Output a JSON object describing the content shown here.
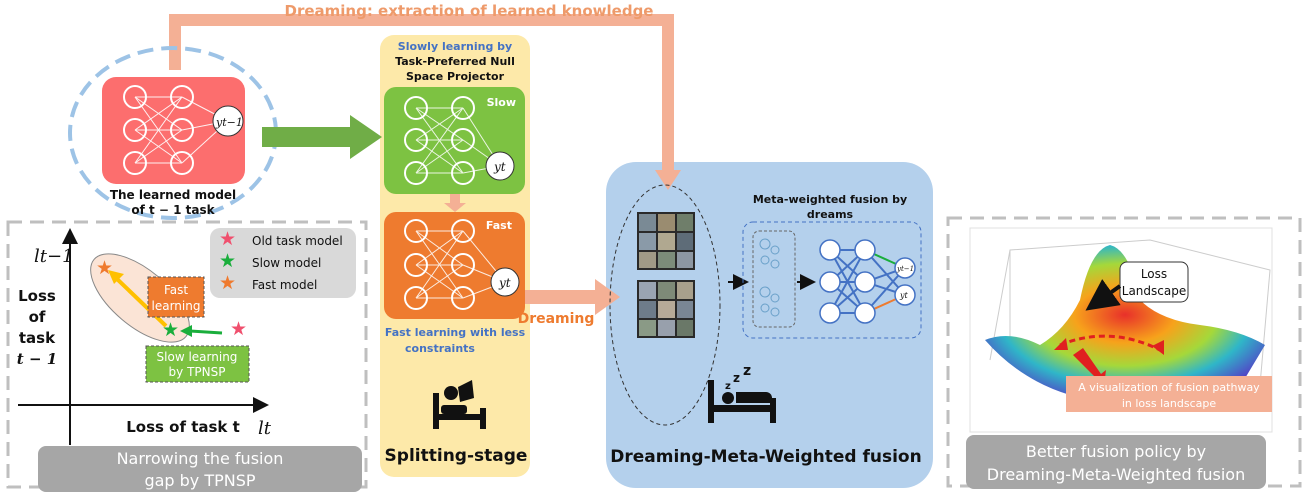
{
  "top_arrow_label": "Dreaming: extraction of learned knowledge",
  "learned_model": {
    "label_line1": "The learned model",
    "label_line2": "of t − 1 task",
    "output_label": "yt−1"
  },
  "split": {
    "title_line1": "Slowly learning by",
    "title_line2": "Task-Preferred Null",
    "title_line3": "Space Projector",
    "slow_label": "Slow",
    "fast_label": "Fast",
    "slow_output": "yt",
    "fast_output": "yt",
    "fast_caption_line1": "Fast learning with less",
    "fast_caption_line2": "constraints",
    "stage_label": "Splitting-stage"
  },
  "dreaming_arrow_label": "Dreaming",
  "fusion": {
    "title_line1": "Meta-weighted fusion by",
    "title_line2": "dreams",
    "out1": "yt−1",
    "out2": "yt",
    "stage_label": "Dreaming-Meta-Weighted fusion"
  },
  "left_panel": {
    "y_axis_top": "lt−1",
    "y_label_line1": "Loss",
    "y_label_line2": "of",
    "y_label_line3": "task",
    "y_label_line4": "t − 1",
    "x_label": "Loss of task t",
    "x_axis_end": "lt",
    "legend": [
      {
        "label": "Old task model",
        "color": "#f0506e"
      },
      {
        "label": "Slow model",
        "color": "#1aae3c"
      },
      {
        "label": "Fast model",
        "color": "#ef7a2e"
      }
    ],
    "fast_learning_line1": "Fast",
    "fast_learning_line2": "learning",
    "slow_learning_line1": "Slow learning",
    "slow_learning_line2": "by TPNSP",
    "caption_line1": "Narrowing the fusion",
    "caption_line2": "gap by TPNSP"
  },
  "right_panel": {
    "callout_line1": "Loss",
    "callout_line2": "Landscape",
    "viz_line1": "A visualization of fusion pathway",
    "viz_line2": "in loss landscape",
    "caption_line1": "Better fusion policy by",
    "caption_line2": "Dreaming-Meta-Weighted fusion"
  },
  "colors": {
    "orange_arrow": "#f4b095",
    "green_arrow": "#70ad47",
    "red_model": "#fc6e6e",
    "slow_green": "#7dc242",
    "fast_orange": "#ee7b2f",
    "split_bg": "#fde9a9",
    "fusion_bg": "#b4d0ec",
    "blue_text": "#4472c4",
    "caption_gray": "#a6a6a6"
  }
}
